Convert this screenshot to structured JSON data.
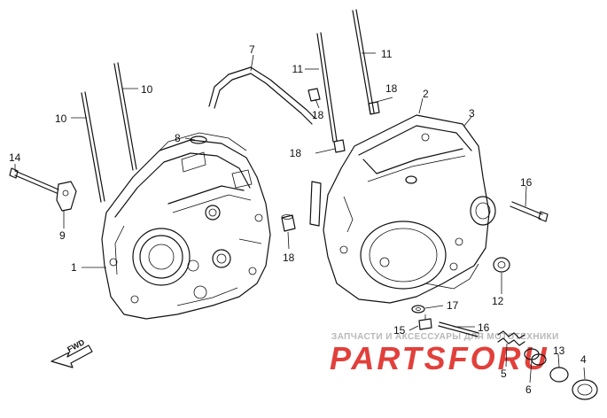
{
  "diagram": {
    "callouts": {
      "c1": "1",
      "c2": "2",
      "c3": "3",
      "c4": "4",
      "c5": "5",
      "c6": "6",
      "c7": "7",
      "c8": "8",
      "c9": "9",
      "c10a": "10",
      "c10b": "10",
      "c11a": "11",
      "c11b": "11",
      "c12": "12",
      "c13": "13",
      "c14": "14",
      "c15": "15",
      "c16a": "16",
      "c16b": "16",
      "c17": "17",
      "c18a": "18",
      "c18b": "18",
      "c18c": "18",
      "c18d": "18"
    },
    "fwd_label": "FWD",
    "watermark": {
      "subtitle": "ЗАПЧАСТИ И АКСЕССУАРЫ ДЛЯ МОТОТЕХНИКИ",
      "logo": "PARTSFORU"
    },
    "colors": {
      "ink": "#111111",
      "watermark_red": "#e0302b",
      "watermark_grey": "#b8b8b8"
    }
  }
}
